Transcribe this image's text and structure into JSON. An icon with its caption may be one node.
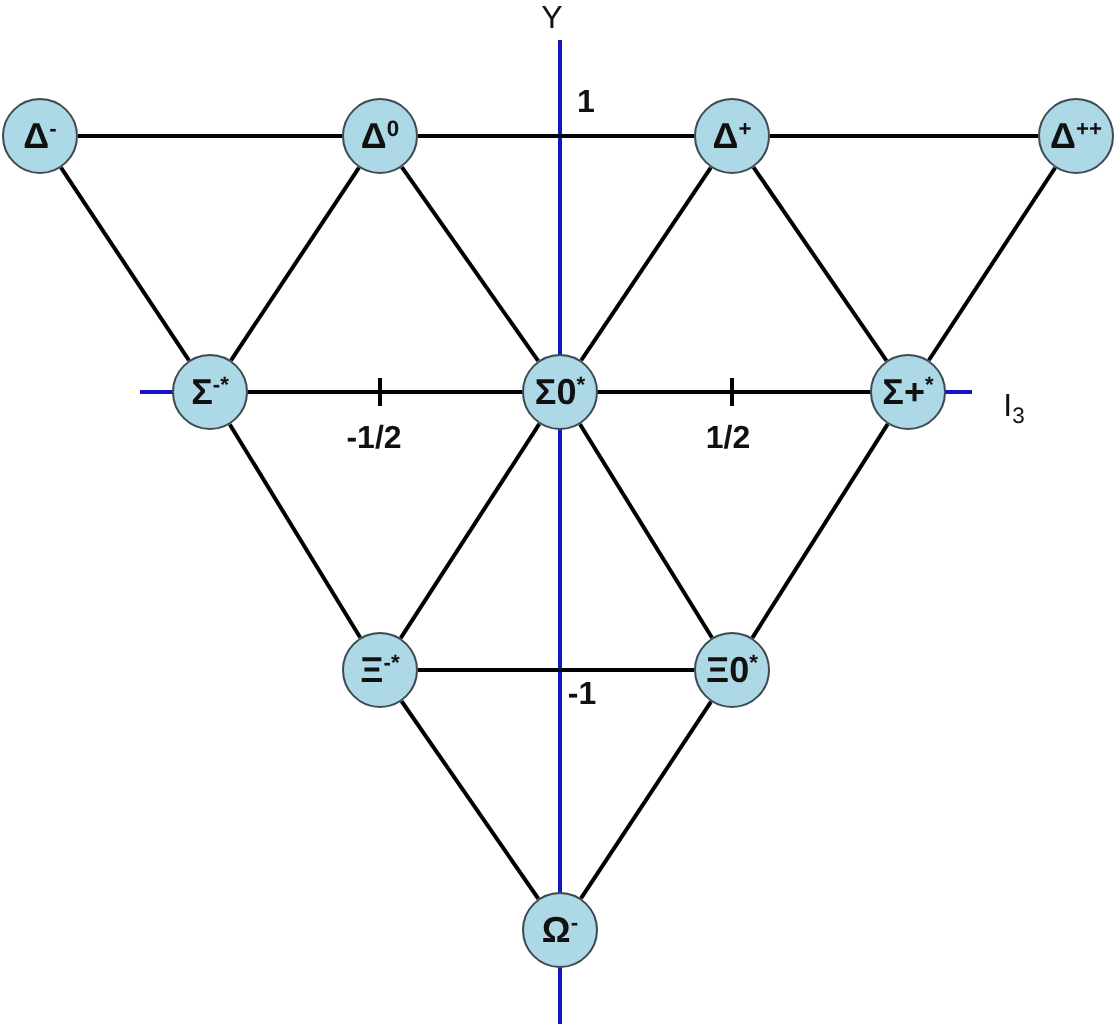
{
  "diagram": {
    "nodes": [
      {
        "text": [
          "Δ$^{-}$"
        ]
      },
      {
        "text": [
          "Δ$^{0}$"
        ]
      },
      {
        "text": [
          "Δ$^{+}$"
        ]
      },
      {
        "text": [
          "Δ$^{++}$"
        ]
      },
      {
        "text": [
          "Σ$^{-*}$"
        ]
      },
      {
        "text": [
          "Σ0$^{*}$"
        ]
      },
      {
        "text": [
          "Σ+$^{*}$"
        ]
      },
      {
        "text": [
          "Ξ$^{-*}$"
        ]
      },
      {
        "text": [
          "Ξ0$^{*}$"
        ]
      },
      {
        "text": [
          "Ω$^{-}$"
        ]
      }
    ],
    "edges": [
      {
        "from": 0,
        "to": 1,
        "arrow": "none"
      },
      {
        "from": 1,
        "to": 2,
        "arrow": "none"
      },
      {
        "from": 2,
        "to": 3,
        "arrow": "none"
      },
      {
        "from": 0,
        "to": 4,
        "arrow": "none"
      },
      {
        "from": 1,
        "to": 4,
        "arrow": "none"
      },
      {
        "from": 1,
        "to": 5,
        "arrow": "none"
      },
      {
        "from": 2,
        "to": 5,
        "arrow": "none"
      },
      {
        "from": 2,
        "to": 6,
        "arrow": "none"
      },
      {
        "from": 3,
        "to": 6,
        "arrow": "none"
      },
      {
        "from": 4,
        "to": 5,
        "arrow": "none"
      },
      {
        "from": 5,
        "to": 6,
        "arrow": "none"
      },
      {
        "from": 4,
        "to": 7,
        "arrow": "none"
      },
      {
        "from": 5,
        "to": 7,
        "arrow": "none"
      },
      {
        "from": 5,
        "to": 8,
        "arrow": "none"
      },
      {
        "from": 6,
        "to": 8,
        "arrow": "none"
      },
      {
        "from": 7,
        "to": 8,
        "arrow": "none"
      },
      {
        "from": 7,
        "to": 9,
        "arrow": "none"
      },
      {
        "from": 8,
        "to": 9,
        "arrow": "none"
      }
    ],
    "labels": [
      "Y",
      "1",
      "I$_{3}$",
      "-1/2",
      "1/2",
      "-1"
    ]
  }
}
